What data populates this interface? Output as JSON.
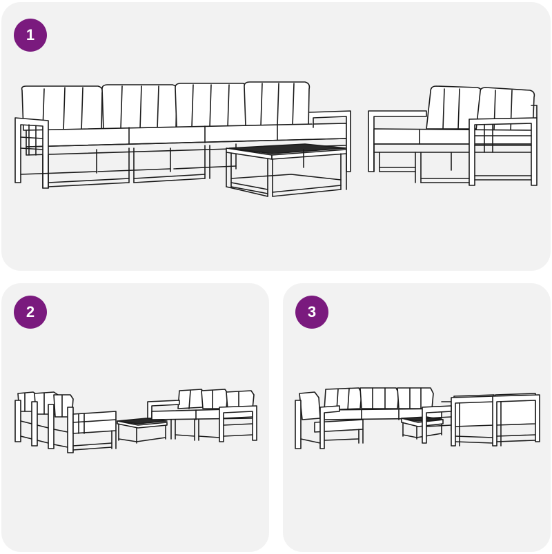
{
  "panels": [
    {
      "number": "1"
    },
    {
      "number": "2"
    },
    {
      "number": "3"
    }
  ],
  "colors": {
    "badge": "#7a1a7e",
    "panel_background": "#f2f2f2",
    "line_art": "#1a1a1a"
  }
}
